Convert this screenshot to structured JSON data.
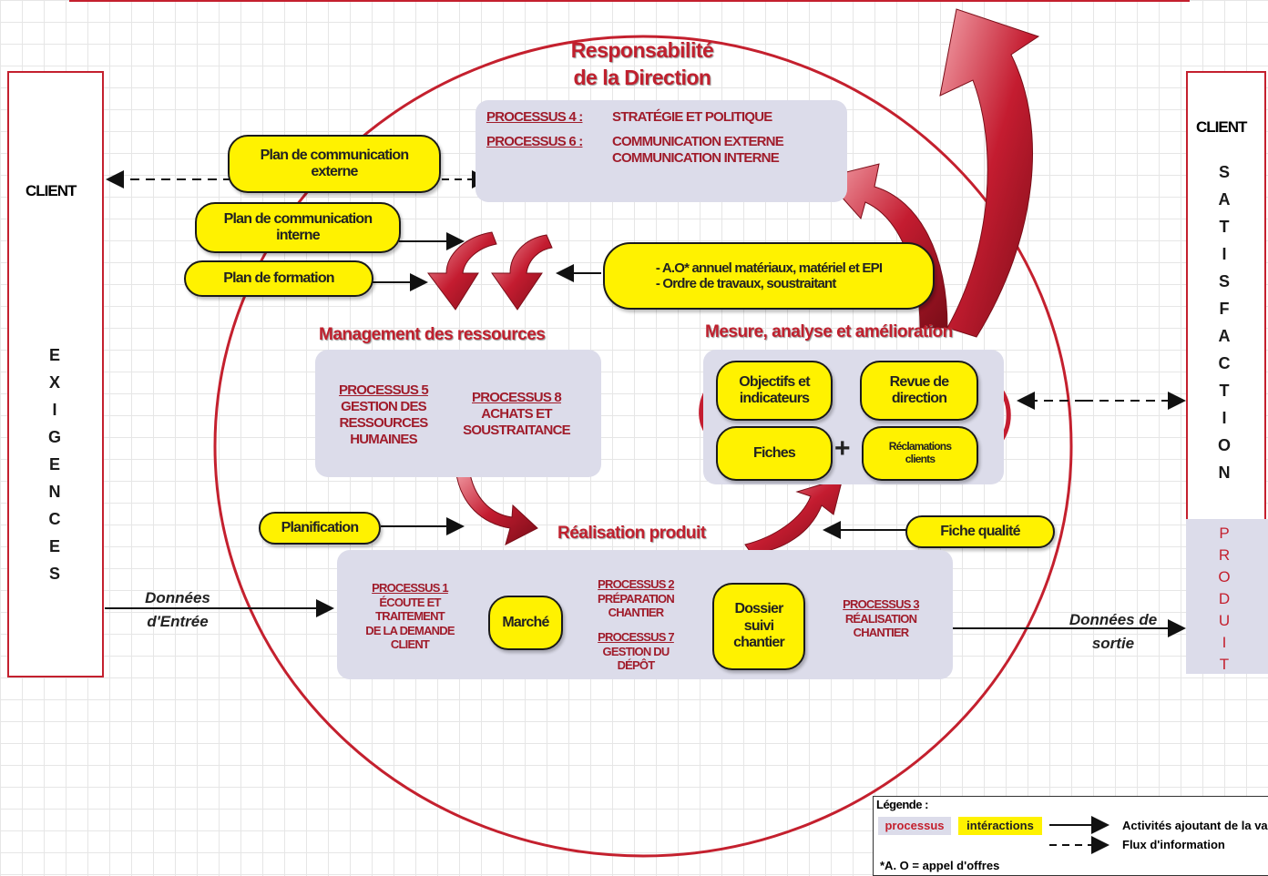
{
  "title": {
    "line1": "Responsabilité",
    "line2": "de la Direction"
  },
  "left_box": {
    "client": "CLIENT",
    "letters": [
      "E",
      "X",
      "I",
      "G",
      "E",
      "N",
      "C",
      "E",
      "S"
    ]
  },
  "right_box": {
    "client": "CLIENT",
    "letters": [
      "S",
      "A",
      "T",
      "I",
      "S",
      "F",
      "A",
      "C",
      "T",
      "I",
      "O",
      "N"
    ]
  },
  "produit_letters": [
    "P",
    "R",
    "O",
    "D",
    "U",
    "I",
    "T"
  ],
  "direction_panel": {
    "p4_label": "PROCESSUS 4 :",
    "p4_text": "STRATÉGIE ET POLITIQUE",
    "p6_label": "PROCESSUS 6 :",
    "p6_line1": "COMMUNICATION EXTERNE",
    "p6_line2": "COMMUNICATION INTERNE"
  },
  "interactions": {
    "plan_ext_1": "Plan de communication",
    "plan_ext_2": "externe",
    "plan_int_1": "Plan de communication",
    "plan_int_2": "interne",
    "plan_form": "Plan de formation",
    "ao_1": "- A.O* annuel  matériaux, matériel et EPI",
    "ao_2": "- Ordre de travaux, soustraitant",
    "planification": "Planification",
    "fiche_qualite": "Fiche qualité",
    "objectifs_1": "Objectifs et",
    "objectifs_2": "indicateurs",
    "revue_1": "Revue de",
    "revue_2": "direction",
    "fiches": "Fiches",
    "reclam_1": "Réclamations",
    "reclam_2": "clients",
    "marche": "Marché",
    "dossier_1": "Dossier",
    "dossier_2": "suivi",
    "dossier_3": "chantier"
  },
  "management": {
    "heading": "Management des ressources",
    "p5_label": "PROCESSUS 5",
    "p5_1": "GESTION DES",
    "p5_2": "RESSOURCES",
    "p5_3": "HUMAINES",
    "p8_label": "PROCESSUS 8",
    "p8_1": "ACHATS ET",
    "p8_2": "SOUSTRAITANCE"
  },
  "mesure": {
    "heading": "Mesure, analyse et amélioration"
  },
  "realisation": {
    "heading": "Réalisation produit",
    "p1_label": "PROCESSUS 1",
    "p1_1": "ÉCOUTE ET",
    "p1_2": "TRAITEMENT",
    "p1_3": "DE LA DEMANDE",
    "p1_4": "CLIENT",
    "p2_label": "PROCESSUS 2",
    "p2_1": "PRÉPARATION",
    "p2_2": "CHANTIER",
    "p7_label": "PROCESSUS 7",
    "p7_1": "GESTION DU",
    "p7_2": "DÉPÔT",
    "p3_label": "PROCESSUS 3",
    "p3_1": "RÉALISATION",
    "p3_2": "CHANTIER"
  },
  "io": {
    "entree_1": "Données",
    "entree_2": "d'Entrée",
    "sortie_1": "Données de",
    "sortie_2": "sortie"
  },
  "legend": {
    "title": "Légende :",
    "processus": "processus",
    "interactions": "intéractions",
    "activites": "Activités ajoutant de la valeur",
    "flux": "Flux d'information",
    "ao_note": "*A. O = appel d'offres"
  },
  "colors": {
    "process_red": "#a01c2b",
    "interaction_yellow": "#fff200",
    "panel": "#dcdcea",
    "border_red": "#c4202e"
  }
}
